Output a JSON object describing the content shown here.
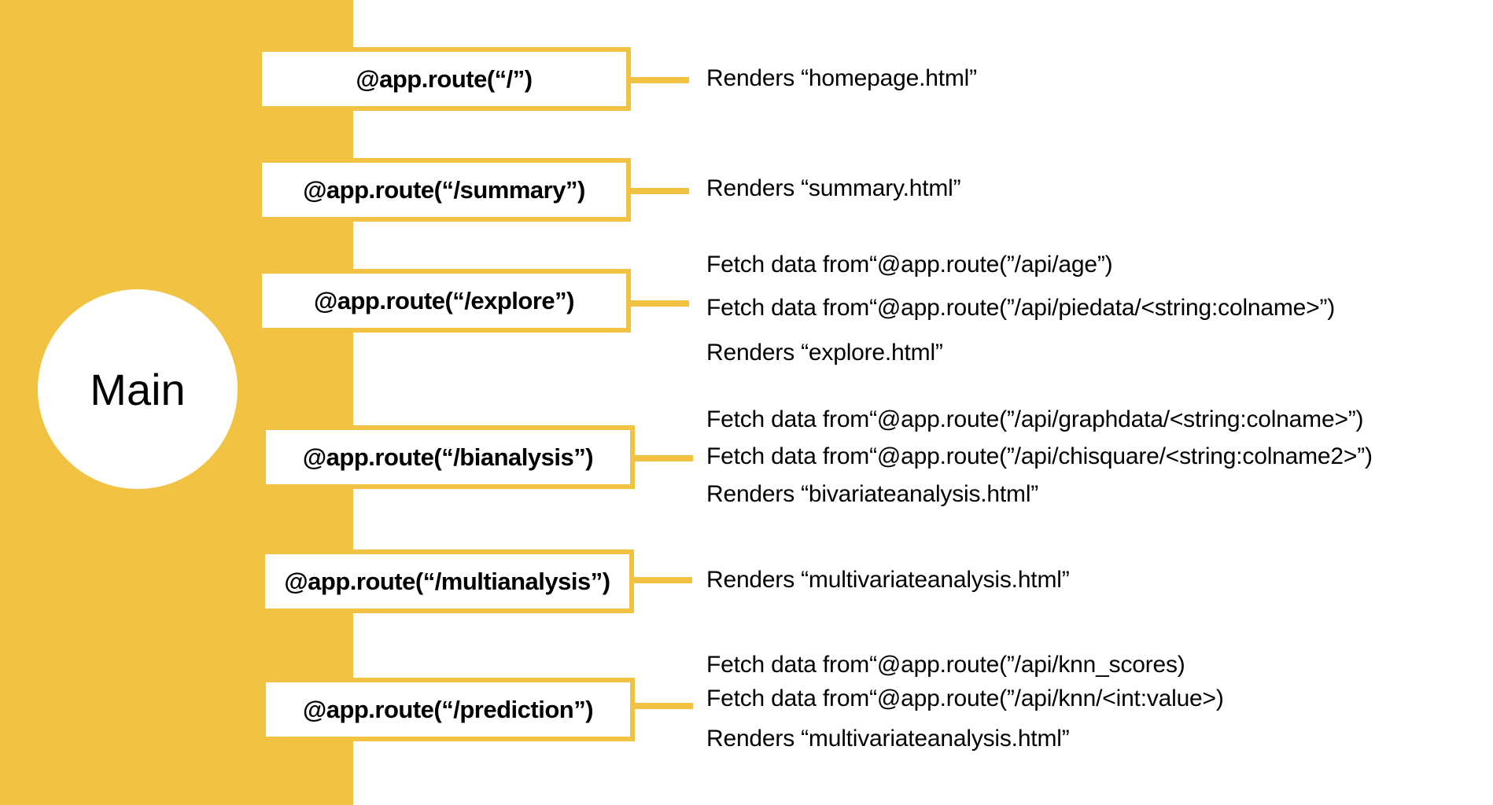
{
  "main": {
    "label": "Main"
  },
  "routes": [
    {
      "label": "@app.route(“/”)",
      "lines": [
        "Renders “homepage.html”"
      ]
    },
    {
      "label": "@app.route(“/summary”)",
      "lines": [
        "Renders “summary.html”"
      ]
    },
    {
      "label": "@app.route(“/explore”)",
      "lines": [
        "Fetch data from“@app.route(”/api/age”)",
        "Fetch data from“@app.route(”/api/piedata/<string:colname>”)",
        "Renders “explore.html”"
      ]
    },
    {
      "label": "@app.route(“/bianalysis”)",
      "lines": [
        "Fetch data from“@app.route(”/api/graphdata/<string:colname>”)",
        "Fetch data from“@app.route(”/api/chisquare/<string:colname2>”)",
        "Renders “bivariateanalysis.html”"
      ]
    },
    {
      "label": "@app.route(“/multianalysis”)",
      "lines": [
        "Renders “multivariateanalysis.html”"
      ]
    },
    {
      "label": "@app.route(“/prediction”)",
      "lines": [
        "Fetch data from“@app.route(”/api/knn_scores)",
        "Fetch data from“@app.route(”/api/knn/<int:value>)",
        "Renders “multivariateanalysis.html”"
      ]
    }
  ],
  "colors": {
    "accent": "#f2c342",
    "background": "#ffffff",
    "text": "#000000"
  }
}
